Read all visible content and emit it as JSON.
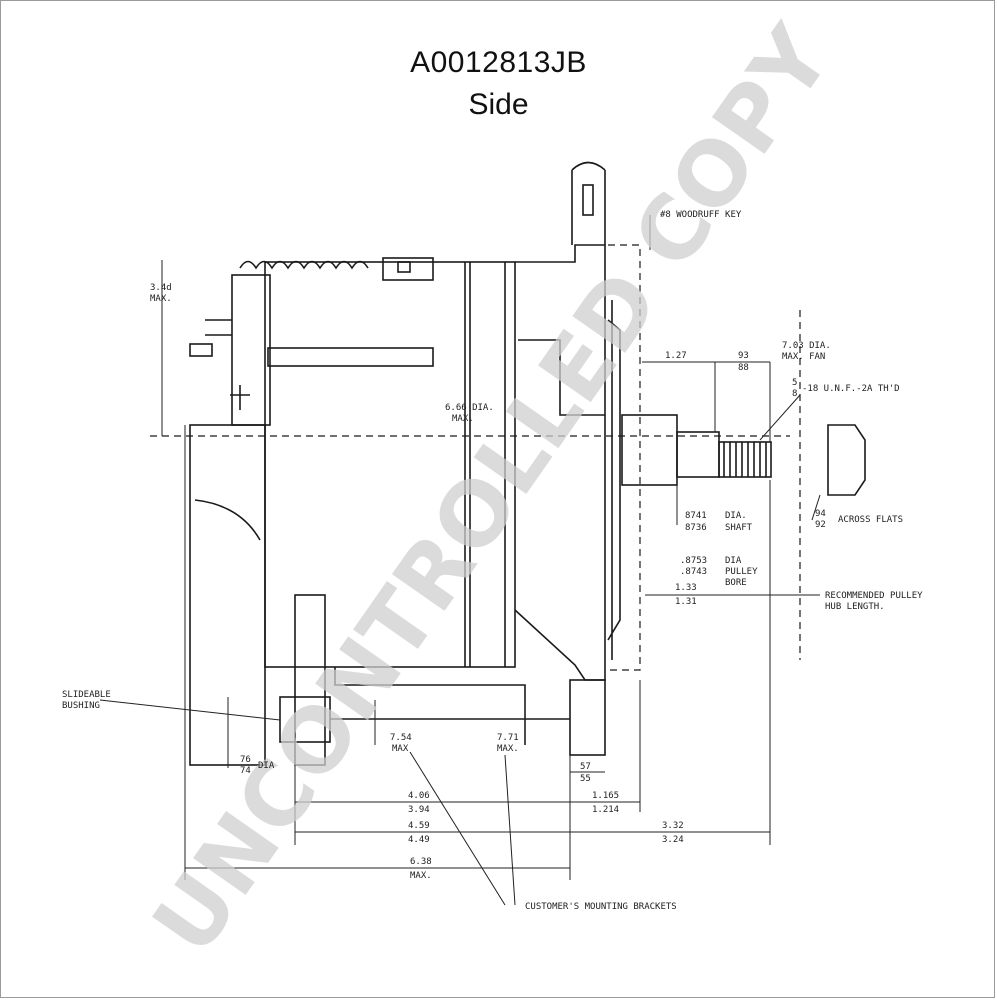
{
  "header": {
    "part_number": "A0012813JB",
    "view": "Side"
  },
  "watermark": "UNCONTROLLED COPY",
  "labels": {
    "height_val": "3.4d",
    "height_max": "MAX.",
    "housing_dia": "6.66 DIA.",
    "housing_max": "MAX.",
    "woodruff_key": "#8 WOODRUFF KEY",
    "fan_dia": "7.03 DIA.",
    "fan_max": "MAX. FAN",
    "d_127": "1.27",
    "d_93": "93",
    "d_88": "88",
    "thread_num": "5",
    "thread_den": "8",
    "thread_spec": "-18 U.N.F.-2A TH'D",
    "shaft_top": "8741",
    "shaft_bot": "8736",
    "shaft_dia": "DIA.",
    "shaft_word": "SHAFT",
    "flats_top": "94",
    "flats_bot": "92",
    "flats_text": "ACROSS FLATS",
    "bore_top": ".8753",
    "bore_bot": ".8743",
    "bore_dia": "DIA",
    "bore_w1": "PULLEY",
    "bore_w2": "BORE",
    "hub_top": "1.33",
    "hub_bot": "1.31",
    "hub_text1": "RECOMMENDED PULLEY",
    "hub_text2": "HUB LENGTH.",
    "bushing1": "SLIDEABLE",
    "bushing2": "BUSHING",
    "bush_top": "76",
    "bush_bot": "74",
    "bush_dia": "DIA",
    "d754": "7.54",
    "d754_max": "MAX",
    "d771": "7.71",
    "d771_max": "MAX.",
    "d57": "57",
    "d55": "55",
    "d406": "4.06",
    "d394": "3.94",
    "d1165": "1.165",
    "d1214": "1.214",
    "d459": "4.59",
    "d449": "4.49",
    "d332": "3.32",
    "d324": "3.24",
    "d638": "6.38",
    "d638_max": "MAX.",
    "brackets": "CUSTOMER'S MOUNTING BRACKETS"
  }
}
